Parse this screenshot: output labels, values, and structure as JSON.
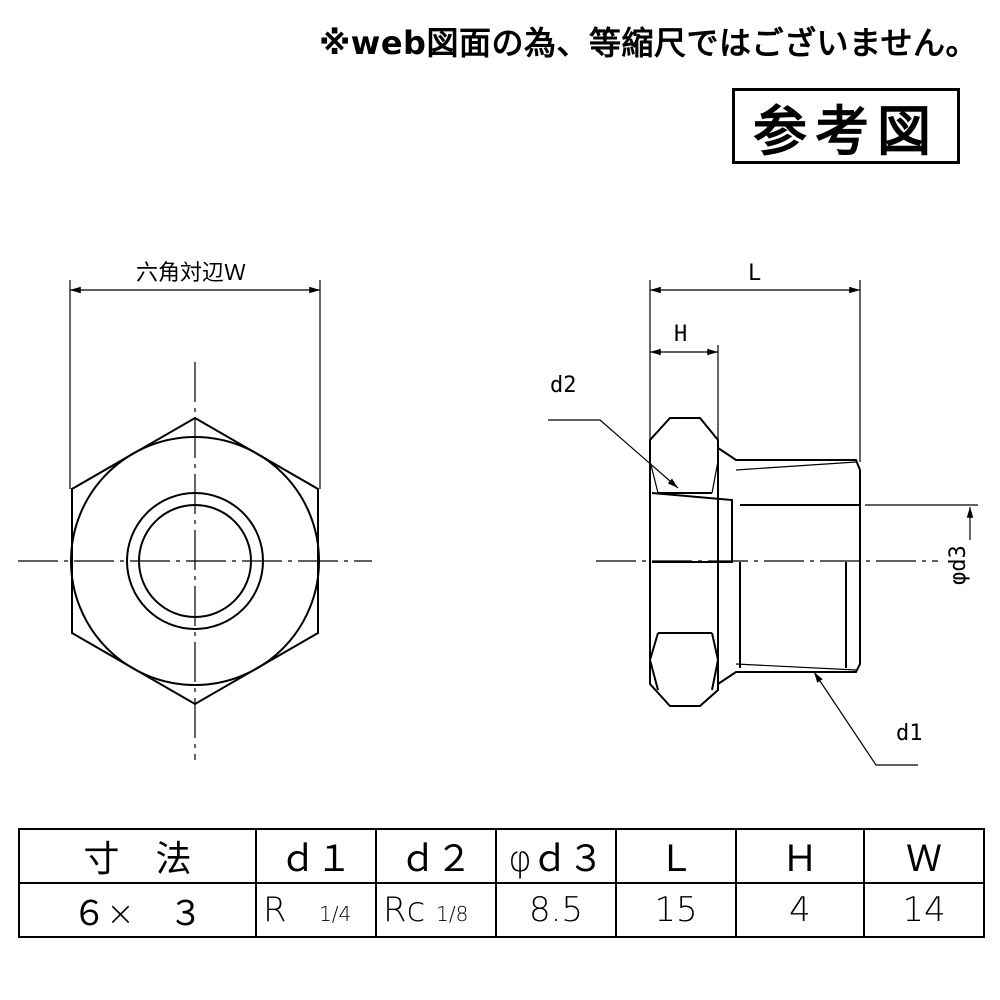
{
  "notice": "※web図面の為、等縮尺ではございません。",
  "stamp": "参考図",
  "labels": {
    "hex_width": "六角対辺Ｗ",
    "L": "L",
    "H": "H",
    "d1": "d1",
    "d2": "d2",
    "d3": "φd3"
  },
  "table": {
    "headers": [
      "寸　法",
      "ｄ１",
      "ｄ２",
      "φｄ３",
      "Ｌ",
      "Ｈ",
      "Ｗ"
    ],
    "row": {
      "size": "６×　３",
      "d1_main": "R",
      "d1_frac": "1/4",
      "d2_main": "Rc",
      "d2_frac": "1/8",
      "d3": "8.5",
      "L": "15",
      "H": "4",
      "W": "14"
    }
  }
}
